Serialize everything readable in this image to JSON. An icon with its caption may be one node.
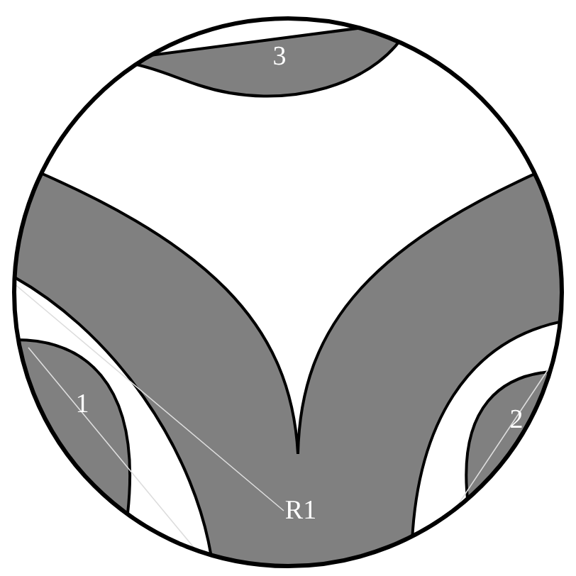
{
  "diagram": {
    "labels": [
      "3",
      "1",
      "2",
      "R1"
    ]
  }
}
